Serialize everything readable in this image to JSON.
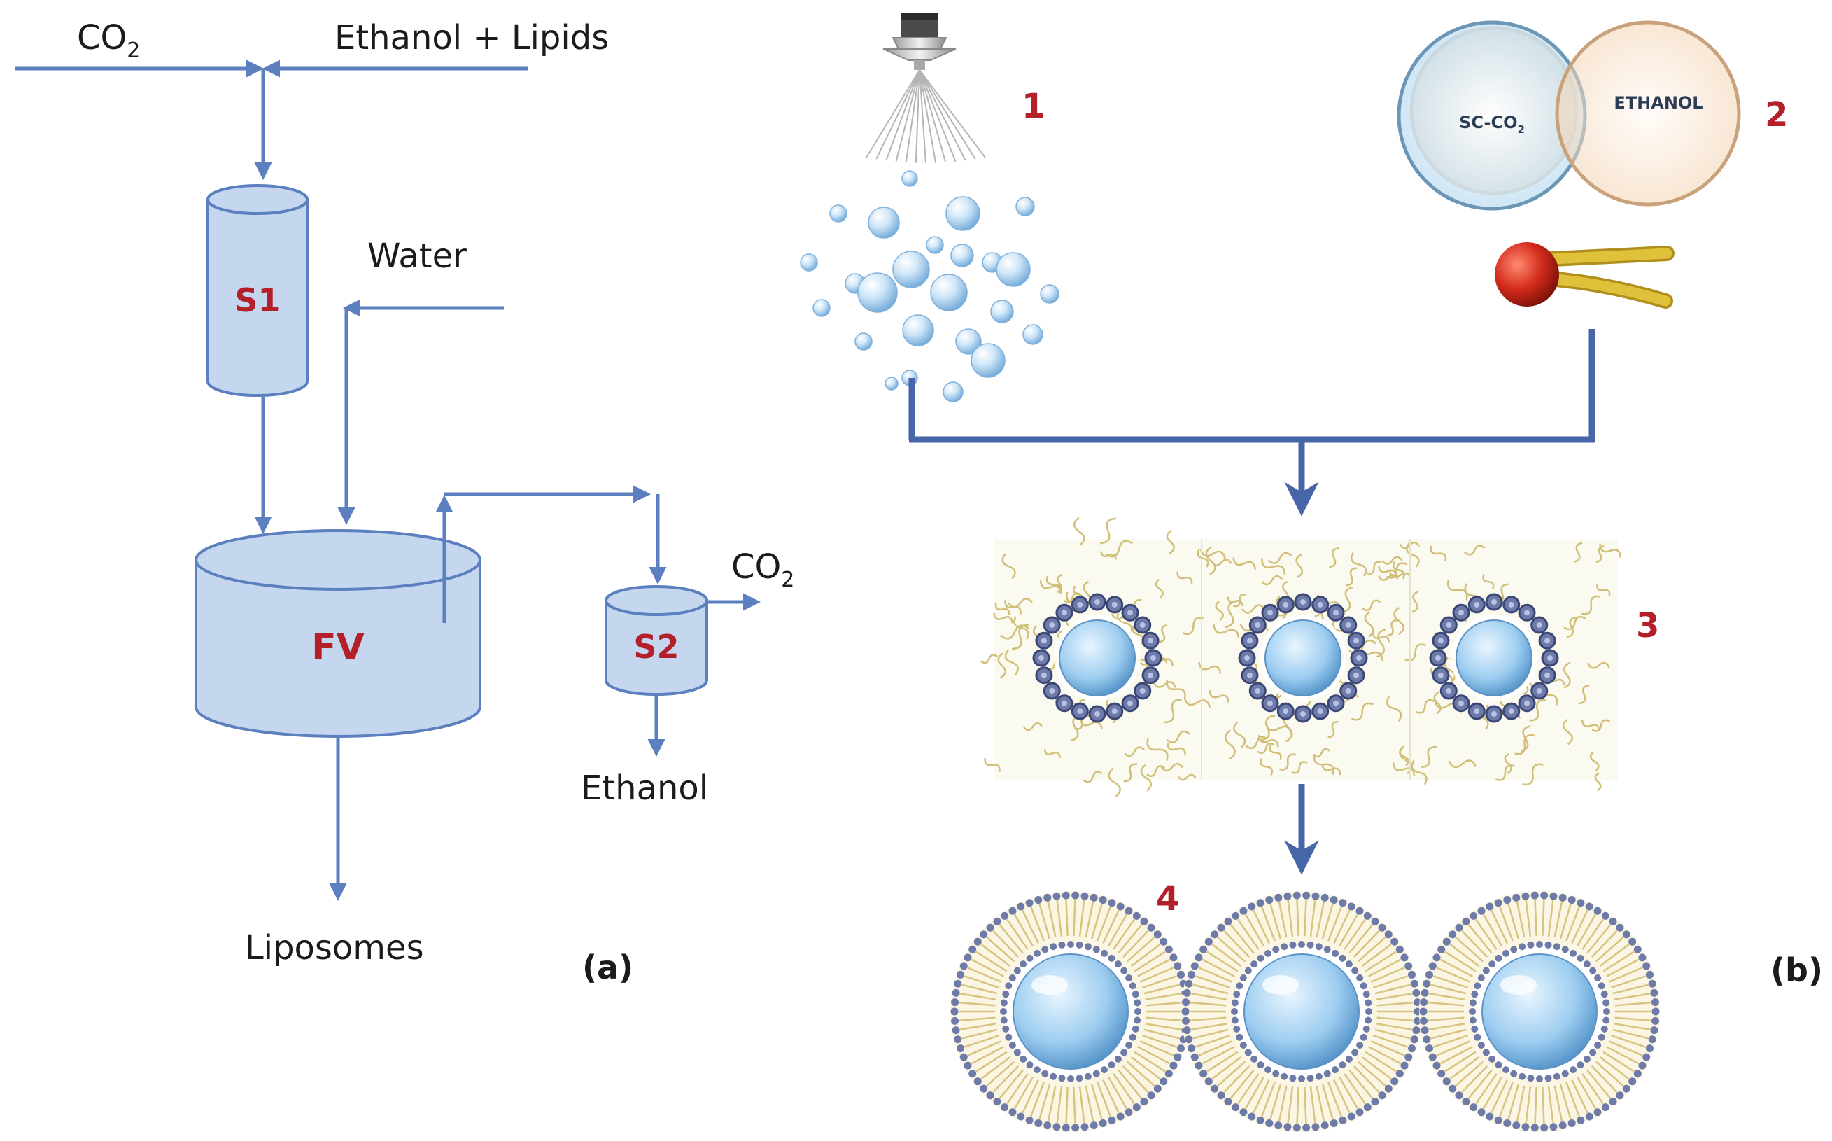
{
  "panel_a": {
    "inputs": {
      "co2_prefix": "CO",
      "co2_sub": "2",
      "ethanol_lipids": "Ethanol + Lipids"
    },
    "water_label": "Water",
    "vessels": {
      "s1": "S1",
      "fv": "FV",
      "s2": "S2"
    },
    "co2_out_prefix": "CO",
    "co2_out_sub": "2",
    "ethanol_out": "Ethanol",
    "liposomes_out": "Liposomes",
    "panel_label": "(a)"
  },
  "panel_b": {
    "step_numbers": [
      "1",
      "2",
      "3",
      "4"
    ],
    "venn": {
      "left_prefix": "SC-CO",
      "left_sub": "2",
      "right": "ETHANOL"
    },
    "panel_label": "(b)"
  },
  "colors": {
    "flow_line": "#5b7fbf",
    "vessel_fill": "#c5d6ef",
    "vessel_label": "#b3202a",
    "lipid_tail": "#cdb96a",
    "lipid_head": "#6e7aa8",
    "venn_left": "#d4e8f6",
    "venn_right": "#f6dcc2",
    "lipid_head_red": "#c62a1e"
  },
  "icons": [
    "spray-nozzle-icon",
    "droplet-icon",
    "phospholipid-icon",
    "micelle-icon",
    "liposome-icon"
  ]
}
